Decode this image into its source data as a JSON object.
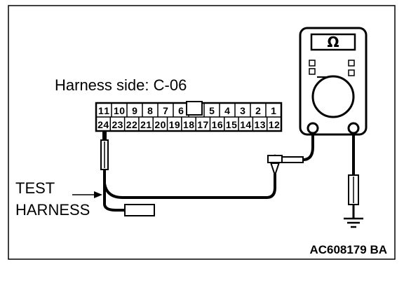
{
  "connector": {
    "caption": "Harness side: C-06",
    "top_row": [
      "11",
      "10",
      "9",
      "8",
      "7",
      "6",
      "",
      "5",
      "4",
      "3",
      "2",
      "1"
    ],
    "bottom_row": [
      "24",
      "23",
      "22",
      "21",
      "20",
      "19",
      "18",
      "17",
      "16",
      "15",
      "14",
      "13",
      "12"
    ]
  },
  "test_harness_label": [
    "TEST",
    "HARNESS"
  ],
  "meter": {
    "symbol": "Ω",
    "icon": "ohmmeter-icon"
  },
  "ground": {
    "icon": "ground-icon"
  },
  "figure_id": "AC608179 BA"
}
